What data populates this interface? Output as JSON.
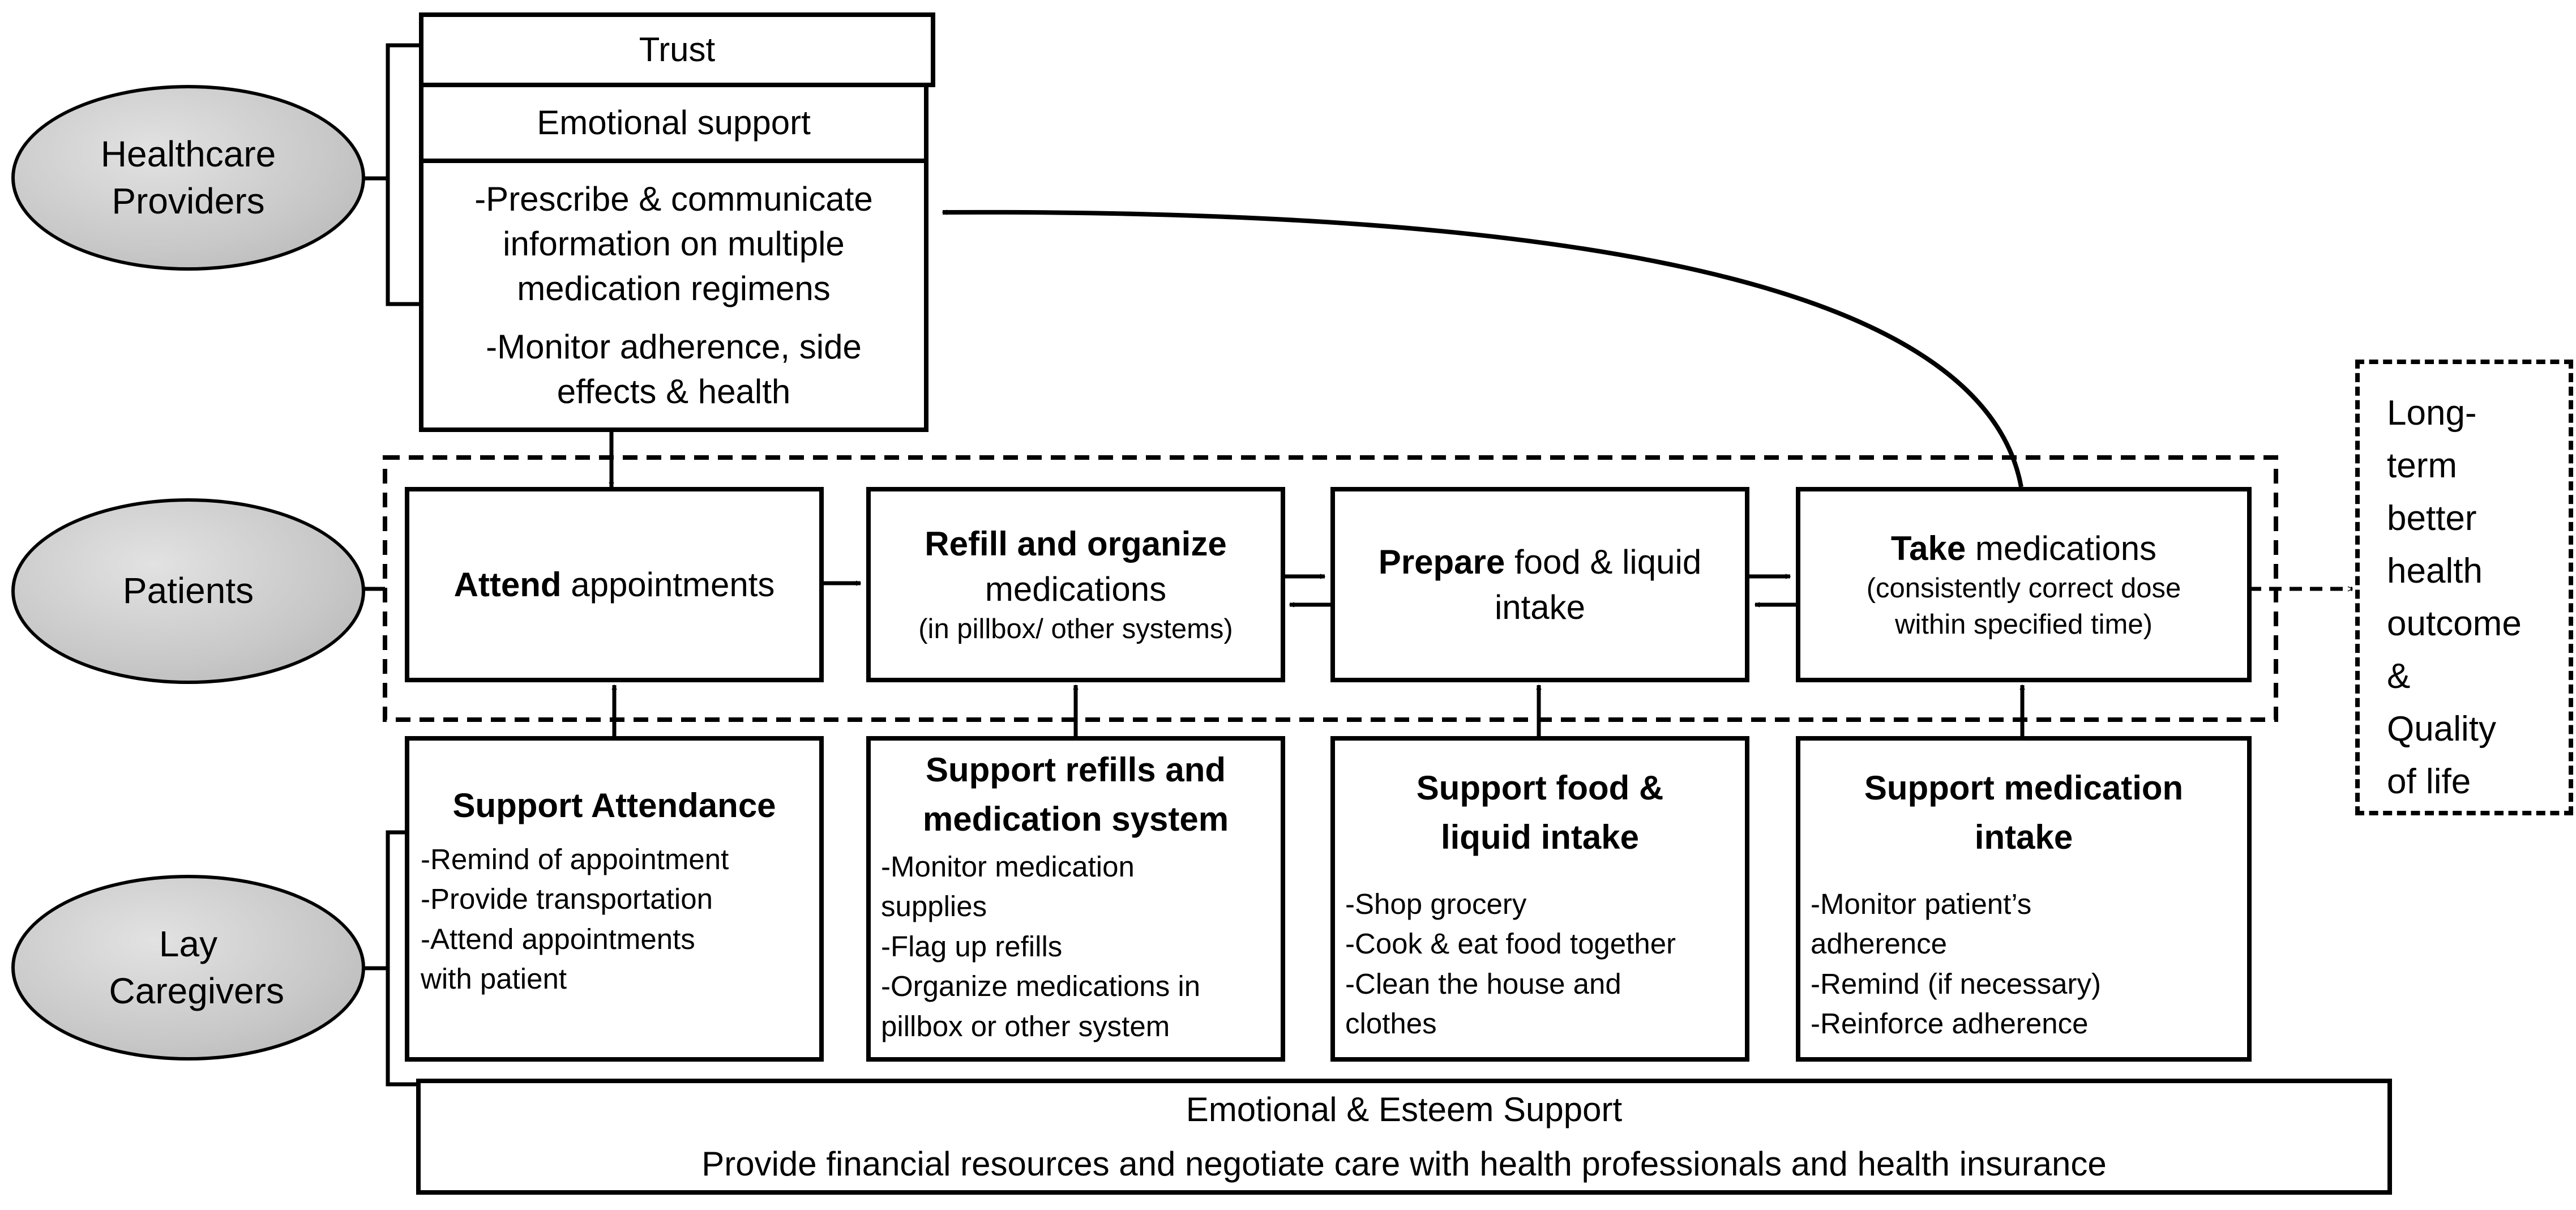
{
  "actors": {
    "healthcare": "Healthcare Providers",
    "patients": "Patients",
    "caregivers": "Lay Caregivers"
  },
  "provider_panel": {
    "trust": "Trust",
    "emotional": "Emotional support",
    "line1": "-Prescribe & communicate",
    "line2": "information on multiple",
    "line3": "medication regimens",
    "line4": "-Monitor adherence, side",
    "line5": "effects & health"
  },
  "patient_steps": {
    "attend": {
      "bold": "Attend",
      "rest": " appointments"
    },
    "refill": {
      "bold": "Refill and organize",
      "line2": "medications",
      "sub": "(in pillbox/ other systems)"
    },
    "prepare": {
      "bold": "Prepare",
      "rest": " food & liquid",
      "line2": "intake"
    },
    "take": {
      "bold": "Take",
      "rest": " medications",
      "sub1": "(consistently correct dose",
      "sub2": "within specified time)"
    }
  },
  "outcome": {
    "lines": [
      "Long-",
      "term",
      "better",
      "health",
      "outcome",
      "&",
      "Quality",
      "of life"
    ]
  },
  "support": {
    "attendance": {
      "title": "Support Attendance",
      "items": [
        "-Remind of appointment",
        "-Provide transportation",
        "-Attend appointments",
        "with patient"
      ]
    },
    "refills": {
      "title1": "Support refills and",
      "title2": "medication system",
      "items": [
        "-Monitor medication",
        "supplies",
        "-Flag up refills",
        "-Organize medications in",
        "pillbox or other system"
      ]
    },
    "food": {
      "title1": "Support food &",
      "title2": "liquid intake",
      "items": [
        "-Shop grocery",
        "-Cook & eat food together",
        "-Clean the house and",
        "clothes"
      ]
    },
    "medication": {
      "title1": "Support medication",
      "title2": "intake",
      "items": [
        "-Monitor patient’s",
        "adherence",
        "-Remind (if necessary)",
        "-Reinforce adherence"
      ]
    }
  },
  "caregiver_bar": {
    "line1": "Emotional & Esteem Support",
    "line2": "Provide financial resources and negotiate care with health professionals and health insurance"
  }
}
